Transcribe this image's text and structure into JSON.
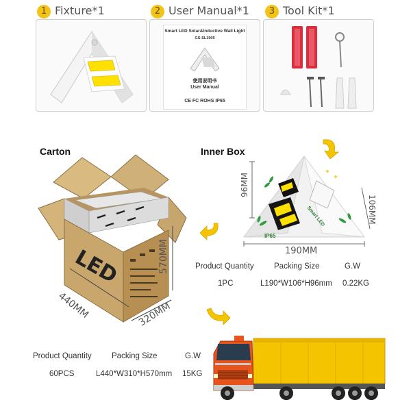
{
  "panels": [
    {
      "number": "1",
      "title": "Fixture*1"
    },
    {
      "number": "2",
      "title": "User Manual*1"
    },
    {
      "number": "3",
      "title": "Tool Kit*1"
    }
  ],
  "manual": {
    "heading": "Smart LED Solar&Inductive Wall Light",
    "model": "GS-SL1905",
    "chinese": "使用说明书",
    "subtitle": "User Manual",
    "marks": "CE  FC  ROHS  IP65"
  },
  "carton": {
    "label": "Carton",
    "box_text": "LED",
    "dim_height": "570MM",
    "dim_length": "440MM",
    "dim_width": "320MM",
    "table": {
      "headers": [
        "Product Quantity",
        "Packing Size",
        "G.W"
      ],
      "values": [
        "60PCS",
        "L440*W310*H570mm",
        "15KG"
      ]
    }
  },
  "inner_box": {
    "label": "Inner Box",
    "dim_height": "96MM",
    "dim_width": "106MM",
    "dim_length": "190MM",
    "box_text": "Smart LED",
    "ip_text": "IP65",
    "table": {
      "headers": [
        "Product Quantity",
        "Packing Size",
        "G.W"
      ],
      "values": [
        "1PC",
        "L190*W106*H96mm",
        "0.22KG"
      ]
    }
  },
  "colors": {
    "badge": "#f2c318",
    "cob_led": "#ffe000",
    "arrow": "#f5c400",
    "truck_cargo": "#f5c400",
    "truck_cab": "#e8541c",
    "carton": "#c9a66b"
  }
}
